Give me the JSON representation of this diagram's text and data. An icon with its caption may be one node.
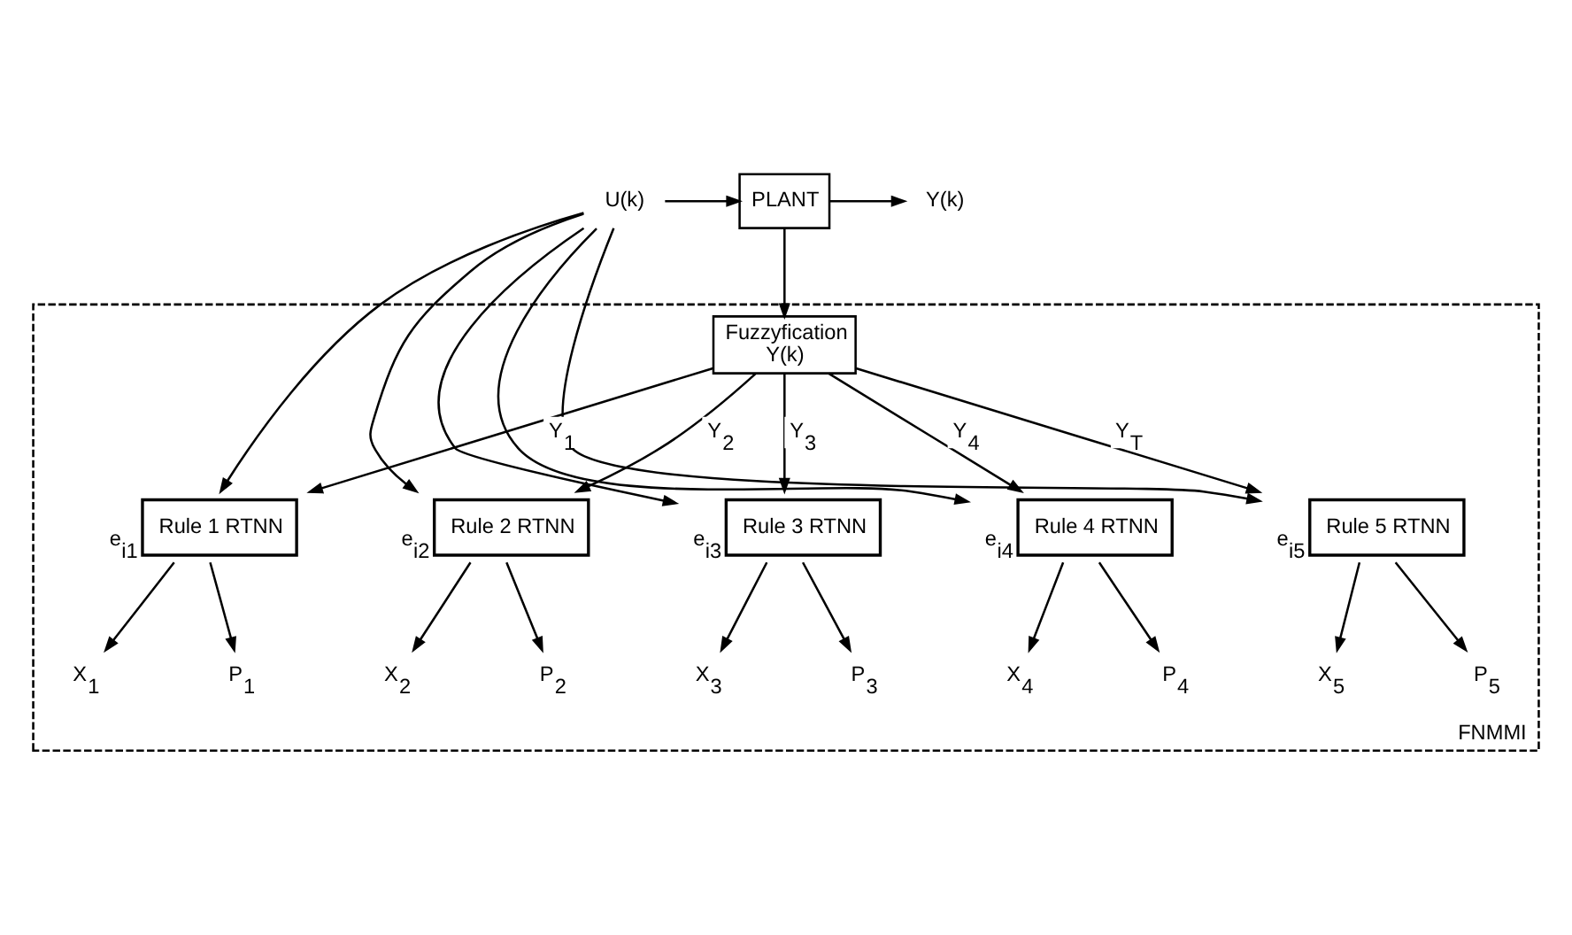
{
  "diagram": {
    "nodes": [
      {
        "text": [
          "U(k)"
        ]
      },
      {
        "text": [
          "PLANT"
        ]
      },
      {
        "text": [
          "Y(k)"
        ]
      },
      {
        "text": [
          "FNMMI"
        ]
      },
      {
        "text": [
          "Fuzzyfication",
          "Y(k)"
        ],
        "in": 3
      },
      {
        "text": [
          "Rule 1 RTNN"
        ],
        "in": 3,
        "beside": [
          "e$_{i1}$"
        ]
      },
      {
        "text": [
          "Rule 2 RTNN"
        ],
        "in": 3,
        "beside": [
          "e$_{i2}$"
        ]
      },
      {
        "text": [
          "Rule 3 RTNN"
        ],
        "in": 3,
        "beside": [
          "e$_{i3}$"
        ]
      },
      {
        "text": [
          "Rule 4 RTNN"
        ],
        "in": 3,
        "beside": [
          "e$_{i4}$"
        ]
      },
      {
        "text": [
          "Rule 5 RTNN"
        ],
        "in": 3,
        "beside": [
          "e$_{i5}$"
        ]
      },
      {
        "text": [
          "X$_{1}$"
        ],
        "in": 3
      },
      {
        "text": [
          "P$_{1}$"
        ],
        "in": 3
      },
      {
        "text": [
          "X$_{2}$"
        ],
        "in": 3
      },
      {
        "text": [
          "P$_{2}$"
        ],
        "in": 3
      },
      {
        "text": [
          "X$_{3}$"
        ],
        "in": 3
      },
      {
        "text": [
          "P$_{3}$"
        ],
        "in": 3
      },
      {
        "text": [
          "X$_{4}$"
        ],
        "in": 3
      },
      {
        "text": [
          "P$_{4}$"
        ],
        "in": 3
      },
      {
        "text": [
          "X$_{5}$"
        ],
        "in": 3
      },
      {
        "text": [
          "P$_{5}$"
        ],
        "in": 3
      }
    ],
    "edges": [
      {
        "from": 0,
        "to": 1,
        "arrow": "to"
      },
      {
        "from": 1,
        "to": 2,
        "arrow": "to"
      },
      {
        "from": 1,
        "to": 4,
        "arrow": "to"
      },
      {
        "from": 0,
        "to": 5,
        "arrow": "to"
      },
      {
        "from": 0,
        "to": 6,
        "arrow": "to"
      },
      {
        "from": 0,
        "to": 7,
        "arrow": "to"
      },
      {
        "from": 0,
        "to": 8,
        "arrow": "to"
      },
      {
        "from": 0,
        "to": 9,
        "arrow": "to"
      },
      {
        "from": 4,
        "to": 5,
        "arrow": "to",
        "label": "Y$_{1}$"
      },
      {
        "from": 4,
        "to": 6,
        "arrow": "to",
        "label": "Y$_{2}$"
      },
      {
        "from": 4,
        "to": 7,
        "arrow": "to",
        "label": "Y$_{3}$"
      },
      {
        "from": 4,
        "to": 8,
        "arrow": "to",
        "label": "Y$_{4}$"
      },
      {
        "from": 4,
        "to": 9,
        "arrow": "to",
        "label": "Y$_{T}$"
      },
      {
        "from": 5,
        "to": 10,
        "arrow": "to"
      },
      {
        "from": 5,
        "to": 11,
        "arrow": "to"
      },
      {
        "from": 6,
        "to": 12,
        "arrow": "to"
      },
      {
        "from": 6,
        "to": 13,
        "arrow": "to"
      },
      {
        "from": 7,
        "to": 14,
        "arrow": "to"
      },
      {
        "from": 7,
        "to": 15,
        "arrow": "to"
      },
      {
        "from": 8,
        "to": 16,
        "arrow": "to"
      },
      {
        "from": 8,
        "to": 17,
        "arrow": "to"
      },
      {
        "from": 9,
        "to": 18,
        "arrow": "to"
      },
      {
        "from": 9,
        "to": 19,
        "arrow": "to"
      }
    ]
  }
}
